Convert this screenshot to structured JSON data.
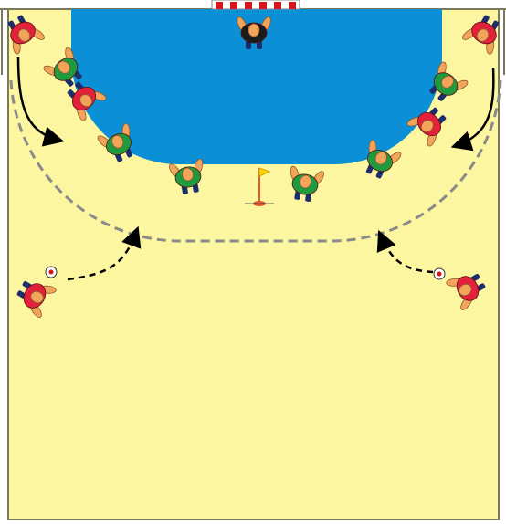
{
  "diagram": {
    "court": {
      "court_color": "#fdf6a0",
      "line_color": "#7a7a5a",
      "goal_area_color": "#0b8fd6",
      "goal_post_colors": [
        "#d8141b",
        "#ffffff"
      ],
      "free_throw_line_style": "dashed"
    },
    "players": [
      {
        "team": "attack",
        "role": "left-wing",
        "jersey_color": "#e3213b",
        "with_ball": false
      },
      {
        "team": "attack",
        "role": "right-wing",
        "jersey_color": "#e3213b",
        "with_ball": false
      },
      {
        "team": "attack",
        "role": "left-pivot",
        "jersey_color": "#e3213b",
        "with_ball": false
      },
      {
        "team": "attack",
        "role": "right-pivot",
        "jersey_color": "#e3213b",
        "with_ball": false
      },
      {
        "team": "attack",
        "role": "left-back",
        "jersey_color": "#e3213b",
        "with_ball": true
      },
      {
        "team": "attack",
        "role": "right-back",
        "jersey_color": "#e3213b",
        "with_ball": true
      },
      {
        "team": "defense",
        "role": "defender-1",
        "jersey_color": "#1f9a3c",
        "with_ball": false
      },
      {
        "team": "defense",
        "role": "defender-2",
        "jersey_color": "#1f9a3c",
        "with_ball": false
      },
      {
        "team": "defense",
        "role": "defender-3",
        "jersey_color": "#1f9a3c",
        "with_ball": false
      },
      {
        "team": "defense",
        "role": "defender-4",
        "jersey_color": "#1f9a3c",
        "with_ball": false
      },
      {
        "team": "defense",
        "role": "defender-5",
        "jersey_color": "#1f9a3c",
        "with_ball": false
      },
      {
        "team": "defense",
        "role": "defender-6",
        "jersey_color": "#1f9a3c",
        "with_ball": false
      },
      {
        "team": "goalkeeper",
        "role": "goalkeeper",
        "jersey_color": "#1b1b1b",
        "with_ball": false
      }
    ],
    "arrows": [
      {
        "kind": "player-run",
        "style": "solid",
        "from": "left-wing"
      },
      {
        "kind": "player-run",
        "style": "solid",
        "from": "right-wing"
      },
      {
        "kind": "player-run-with-ball",
        "style": "dashed",
        "from": "left-back"
      },
      {
        "kind": "player-run-with-ball",
        "style": "dashed",
        "from": "right-back"
      }
    ],
    "cone": {
      "flag_color": "#ffd400",
      "pole_color": "#e4572e"
    }
  }
}
